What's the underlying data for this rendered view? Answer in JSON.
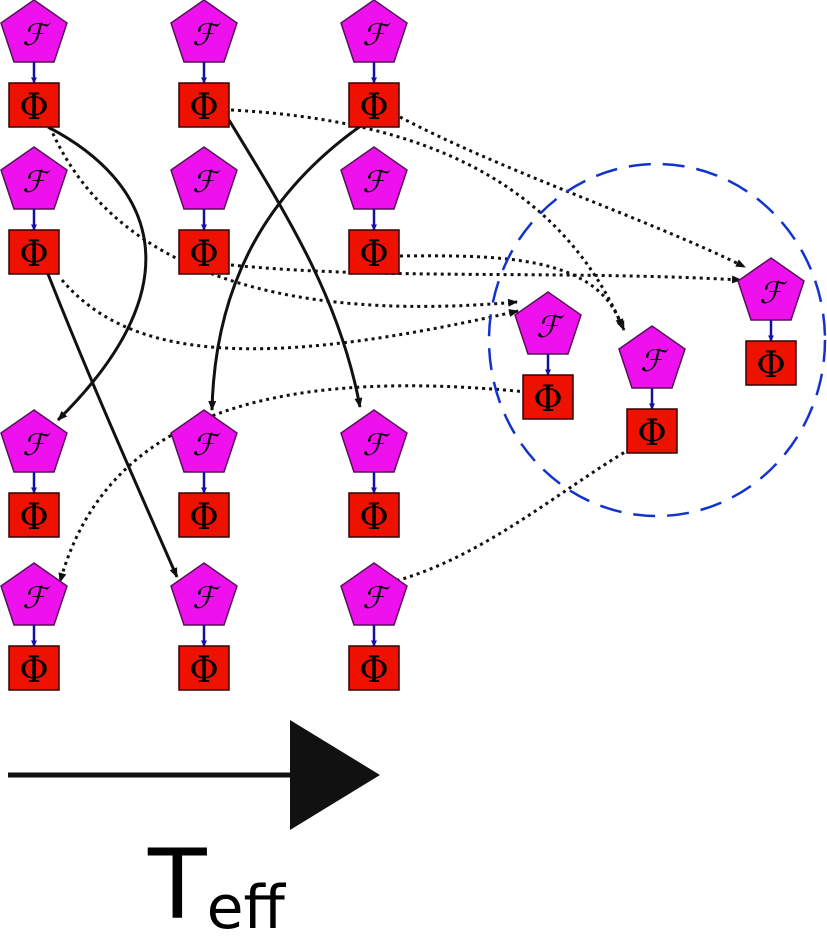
{
  "colors": {
    "pentagon_fill": "#ee11ee",
    "square_fill": "#ee1100",
    "connector": "#1111aa",
    "circle_stroke": "#1133cc",
    "line": "#111111"
  },
  "node_symbols": {
    "pentagon": "ℱ",
    "square": "Φ"
  },
  "axis_label": {
    "main": "T",
    "subscript": "eff"
  },
  "nodes": [
    {
      "id": "a1"
    },
    {
      "id": "b1"
    },
    {
      "id": "c1"
    },
    {
      "id": "a2"
    },
    {
      "id": "b2"
    },
    {
      "id": "c2"
    },
    {
      "id": "a3"
    },
    {
      "id": "b3"
    },
    {
      "id": "c3"
    },
    {
      "id": "a4"
    },
    {
      "id": "b4"
    },
    {
      "id": "c4"
    },
    {
      "id": "d1"
    },
    {
      "id": "e1"
    },
    {
      "id": "f1"
    }
  ],
  "edges": [
    {
      "from": "a1",
      "to": "a3",
      "style": "solid"
    },
    {
      "from": "a2",
      "to": "b4",
      "style": "solid"
    },
    {
      "from": "b1",
      "to": "c3",
      "style": "solid"
    },
    {
      "from": "c1",
      "to": "b3",
      "style": "solid"
    },
    {
      "from": "a1",
      "to": "d1",
      "style": "dotted"
    },
    {
      "from": "a2",
      "to": "d1",
      "style": "dotted"
    },
    {
      "from": "b1",
      "to": "e1",
      "style": "dotted"
    },
    {
      "from": "b2",
      "to": "f1",
      "style": "dotted"
    },
    {
      "from": "c1",
      "to": "f1",
      "style": "dotted"
    },
    {
      "from": "c2",
      "to": "e1",
      "style": "dotted"
    },
    {
      "from": "d1",
      "to": "a4",
      "style": "dotted"
    },
    {
      "from": "e1",
      "to": "c4",
      "style": "dotted"
    }
  ]
}
